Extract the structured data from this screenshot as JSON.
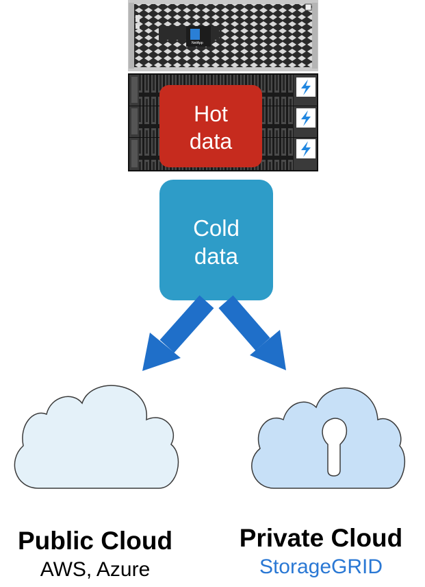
{
  "storage": {
    "brand_label": "NetApp",
    "hot_line1": "Hot",
    "hot_line2": "data",
    "flash_icons": [
      "lightning-icon",
      "lightning-icon",
      "lightning-icon"
    ]
  },
  "cold": {
    "line1": "Cold",
    "line2": "data"
  },
  "public_cloud": {
    "title": "Public Cloud",
    "subtitle": "AWS, Azure"
  },
  "private_cloud": {
    "title": "Private Cloud",
    "subtitle": "StorageGRID",
    "icon": "lock-icon"
  },
  "colors": {
    "hot": "#c62b1e",
    "cold": "#2e9cc8",
    "arrow": "#1f6fc9",
    "public_cloud_fill": "#e4f1f9",
    "private_cloud_fill": "#c7e0f7",
    "subtitle_link": "#2a78d4"
  }
}
